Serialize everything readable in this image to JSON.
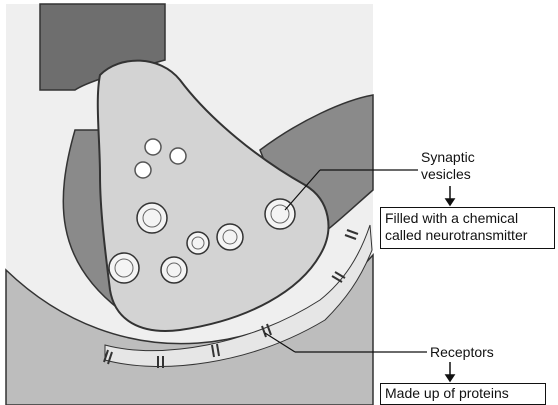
{
  "labels": {
    "synaptic_vesicles_line1": "Synaptic",
    "synaptic_vesicles_line2": "vesicles",
    "vesicle_note_line1": "Filled with a chemical",
    "vesicle_note_line2": "called neurotransmitter",
    "receptors": "Receptors",
    "receptor_note": "Made up of proteins"
  }
}
